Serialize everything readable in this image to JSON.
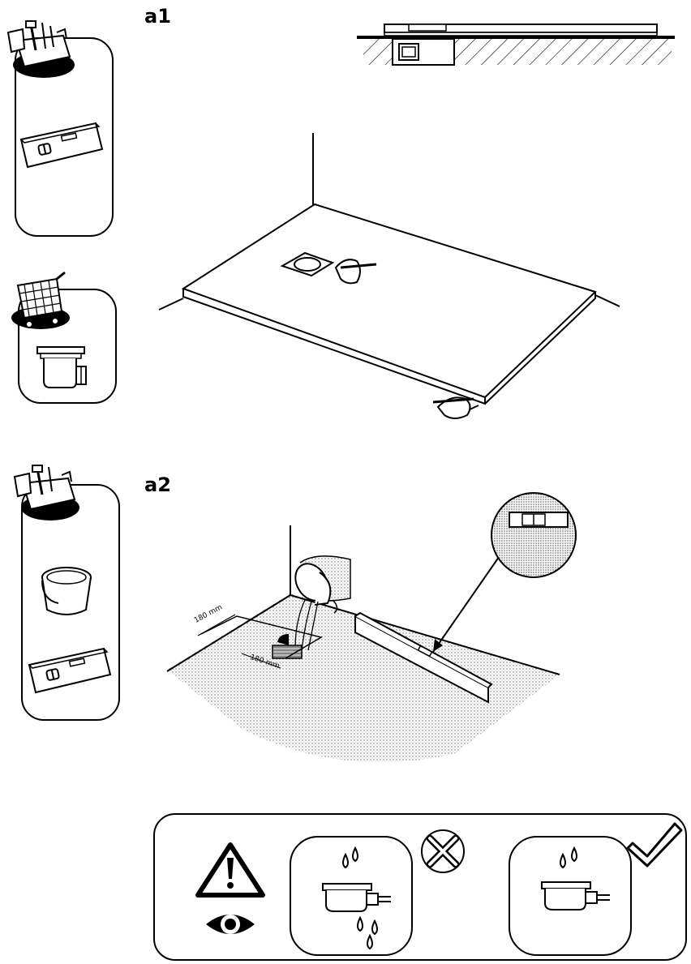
{
  "steps": [
    {
      "id": "a1",
      "label": "a1"
    },
    {
      "id": "a2",
      "label": "a2"
    }
  ],
  "dimensions": {
    "width_label": "180 mm",
    "depth_label": "180 mm"
  },
  "panels": {
    "a1_tools": [
      "toolbox-icon",
      "spirit-level-icon"
    ],
    "a1_parts": [
      "shopping-cart-icon",
      "shower-drain-icon"
    ],
    "a2_tools": [
      "toolbox-icon",
      "bucket-icon",
      "spirit-level-icon"
    ]
  },
  "warning_box": {
    "icons": [
      "warning-triangle-icon",
      "eye-icon"
    ],
    "wrong_example": {
      "mark": "cross-icon",
      "state": "leaking drain"
    },
    "right_example": {
      "mark": "check-icon",
      "state": "sealed drain"
    }
  },
  "colors": {
    "ink": "#000000",
    "paper": "#ffffff",
    "screed": "#d8d8d8"
  }
}
